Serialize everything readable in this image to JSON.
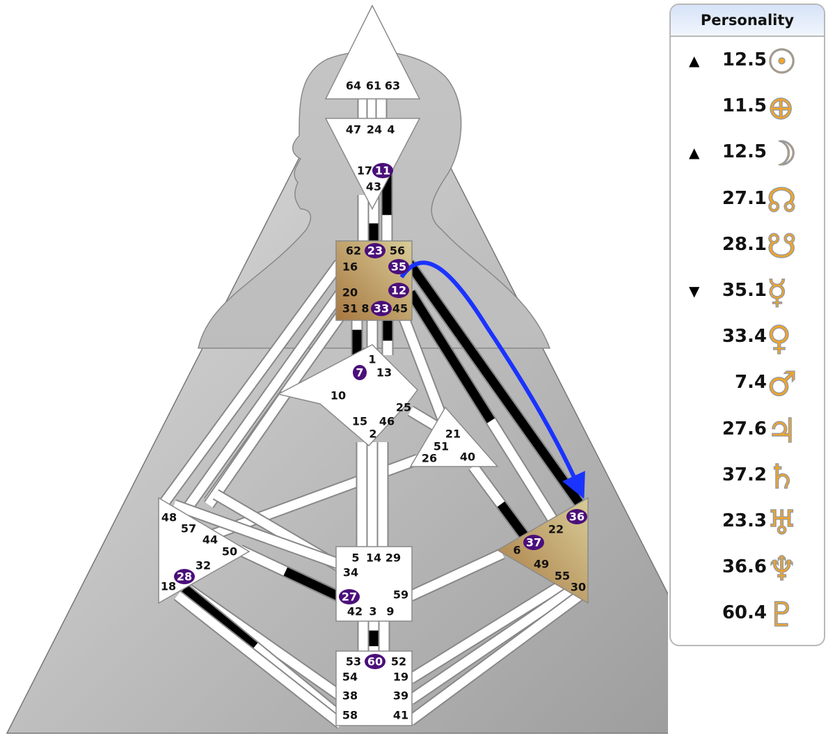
{
  "panel": {
    "title": "Personality",
    "rows": [
      {
        "planet": "sun",
        "glyph": "☉",
        "value": "12.5",
        "arrow": "▲"
      },
      {
        "planet": "earth",
        "glyph": "⊕",
        "value": "11.5",
        "arrow": ""
      },
      {
        "planet": "moon",
        "glyph": "☽",
        "value": "12.5",
        "arrow": "▲"
      },
      {
        "planet": "north-node",
        "glyph": "☊",
        "value": "27.1",
        "arrow": ""
      },
      {
        "planet": "south-node",
        "glyph": "☋",
        "value": "28.1",
        "arrow": ""
      },
      {
        "planet": "mercury",
        "glyph": "☿",
        "value": "35.1",
        "arrow": "▼"
      },
      {
        "planet": "venus",
        "glyph": "♀",
        "value": "33.4",
        "arrow": ""
      },
      {
        "planet": "mars",
        "glyph": "♂",
        "value": "7.4",
        "arrow": ""
      },
      {
        "planet": "jupiter",
        "glyph": "♃",
        "value": "27.6",
        "arrow": ""
      },
      {
        "planet": "saturn",
        "glyph": "♄",
        "value": "37.2",
        "arrow": ""
      },
      {
        "planet": "uranus",
        "glyph": "♅",
        "value": "23.3",
        "arrow": ""
      },
      {
        "planet": "neptune",
        "glyph": "♆",
        "value": "36.6",
        "arrow": ""
      },
      {
        "planet": "pluto",
        "glyph": "♇",
        "value": "60.4",
        "arrow": ""
      }
    ]
  },
  "colors": {
    "active_gate": "#4b0f7a",
    "defined_center": "#b08850",
    "arrow": "#1a33ff",
    "channel_active": "#000000"
  },
  "gates": [
    {
      "n": "64"
    },
    {
      "n": "61"
    },
    {
      "n": "63"
    },
    {
      "n": "47"
    },
    {
      "n": "24"
    },
    {
      "n": "4"
    },
    {
      "n": "17"
    },
    {
      "n": "11",
      "active": true
    },
    {
      "n": "43"
    },
    {
      "n": "62"
    },
    {
      "n": "23",
      "active": true
    },
    {
      "n": "56"
    },
    {
      "n": "16"
    },
    {
      "n": "35",
      "active": true
    },
    {
      "n": "20"
    },
    {
      "n": "12",
      "active": true
    },
    {
      "n": "31"
    },
    {
      "n": "8"
    },
    {
      "n": "33",
      "active": true
    },
    {
      "n": "45"
    },
    {
      "n": "1"
    },
    {
      "n": "7",
      "active": true
    },
    {
      "n": "13"
    },
    {
      "n": "10"
    },
    {
      "n": "25"
    },
    {
      "n": "15"
    },
    {
      "n": "46"
    },
    {
      "n": "2"
    },
    {
      "n": "21"
    },
    {
      "n": "51"
    },
    {
      "n": "26"
    },
    {
      "n": "40"
    },
    {
      "n": "48"
    },
    {
      "n": "57"
    },
    {
      "n": "44"
    },
    {
      "n": "50"
    },
    {
      "n": "32"
    },
    {
      "n": "28",
      "active": true
    },
    {
      "n": "18"
    },
    {
      "n": "36",
      "active": true
    },
    {
      "n": "22"
    },
    {
      "n": "37",
      "active": true
    },
    {
      "n": "6"
    },
    {
      "n": "49"
    },
    {
      "n": "55"
    },
    {
      "n": "30"
    },
    {
      "n": "5"
    },
    {
      "n": "14"
    },
    {
      "n": "29"
    },
    {
      "n": "34"
    },
    {
      "n": "27",
      "active": true
    },
    {
      "n": "59"
    },
    {
      "n": "42"
    },
    {
      "n": "3"
    },
    {
      "n": "9"
    },
    {
      "n": "53"
    },
    {
      "n": "60",
      "active": true
    },
    {
      "n": "52"
    },
    {
      "n": "54"
    },
    {
      "n": "19"
    },
    {
      "n": "38"
    },
    {
      "n": "39"
    },
    {
      "n": "58"
    },
    {
      "n": "41"
    }
  ]
}
